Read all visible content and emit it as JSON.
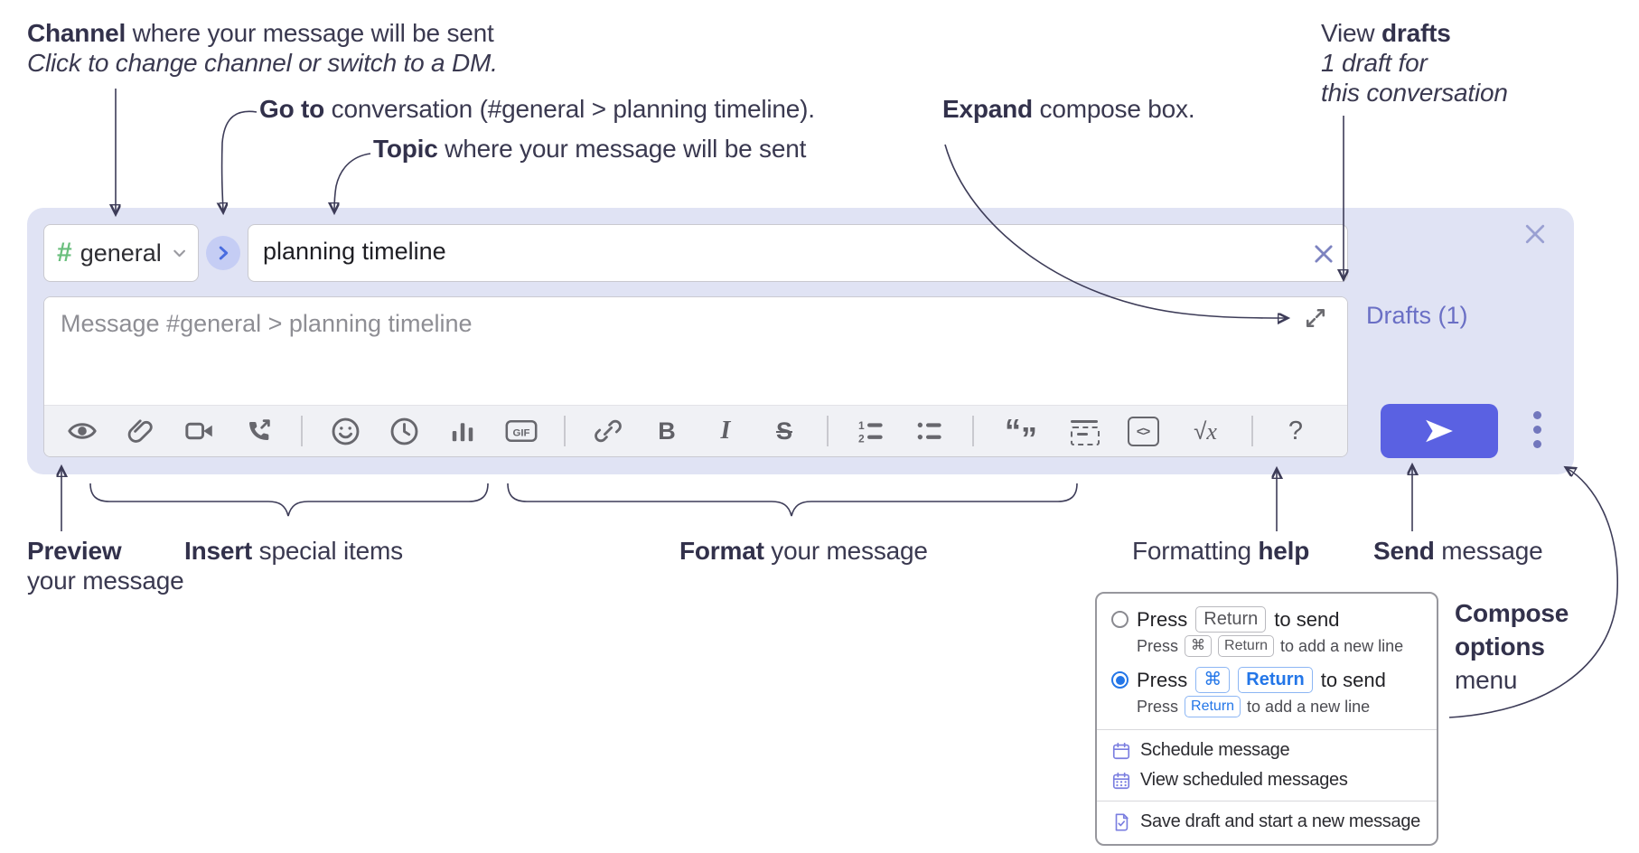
{
  "annotations": {
    "channel": {
      "bold": "Channel",
      "rest": " where your message will be sent",
      "hint": "Click to change channel or switch to a DM."
    },
    "goto": {
      "bold": "Go to",
      "rest": " conversation (#general > planning timeline)."
    },
    "topic": {
      "bold": "Topic",
      "rest": " where your message will be sent"
    },
    "expand": {
      "bold": "Expand",
      "rest": " compose box."
    },
    "drafts": {
      "pre": "View ",
      "bold": "drafts",
      "line2": "1 draft for",
      "line3": "this conversation"
    },
    "preview": {
      "bold": "Preview",
      "line2": "your message"
    },
    "insert": {
      "bold": "Insert",
      "rest": " special items"
    },
    "format": {
      "bold": "Format",
      "rest": " your message"
    },
    "help": {
      "pre": "Formatting ",
      "bold": "help"
    },
    "send": {
      "bold": "Send",
      "rest": " message"
    },
    "compose_options": {
      "line1": "Compose",
      "line2": "options",
      "line3": "menu"
    }
  },
  "compose": {
    "hash": "#",
    "channel_name": "general",
    "topic_value": "planning timeline",
    "message_placeholder": "Message #general > planning timeline",
    "drafts_link": "Drafts (1)"
  },
  "toolbar": {
    "icons": [
      "preview-eye",
      "attach-file",
      "video-call",
      "voice-call",
      "emoji",
      "time",
      "poll",
      "gif",
      "link",
      "bold",
      "italic",
      "strikethrough",
      "numbered-list",
      "bulleted-list",
      "quote",
      "spoiler",
      "code",
      "math",
      "help"
    ],
    "glyphs": {
      "bold": "B",
      "italic": "I",
      "strike": "S",
      "gif": "GIF",
      "num1": "1",
      "num2": "2",
      "quote_open": "“",
      "quote_close": "”",
      "code": "<>",
      "math_root": "√",
      "math_x": "x",
      "help": "?"
    }
  },
  "popup": {
    "options": [
      {
        "selected": false,
        "main": {
          "pre": "Press",
          "keys": [
            "Return"
          ],
          "post": "to send"
        },
        "sub": {
          "pre": "Press",
          "keys": [
            "⌘",
            "Return"
          ],
          "post": "to add a new line"
        }
      },
      {
        "selected": true,
        "main": {
          "pre": "Press",
          "keys": [
            "⌘",
            "Return"
          ],
          "post": "to send"
        },
        "sub": {
          "pre": "Press",
          "keys": [
            "Return"
          ],
          "post": "to add a new line"
        }
      }
    ],
    "menu_items": [
      "Schedule message",
      "View scheduled messages",
      "Save draft and start a new message"
    ]
  },
  "colors": {
    "compose_bg": "#e0e3f4",
    "send_button": "#5a61e2",
    "drafts_link": "#6a6fc5",
    "hash_green": "#6abf7d",
    "goto_circle_bg": "#c5cdf4",
    "goto_chevron": "#4a6de0",
    "radio_selected": "#2376e8",
    "key_blue": "#2376e8",
    "menu_icon_indigo": "#7a7ee0",
    "annotation_text": "#3a3950",
    "toolbar_icon": "#67676d",
    "placeholder_gray": "#8e8e94"
  }
}
